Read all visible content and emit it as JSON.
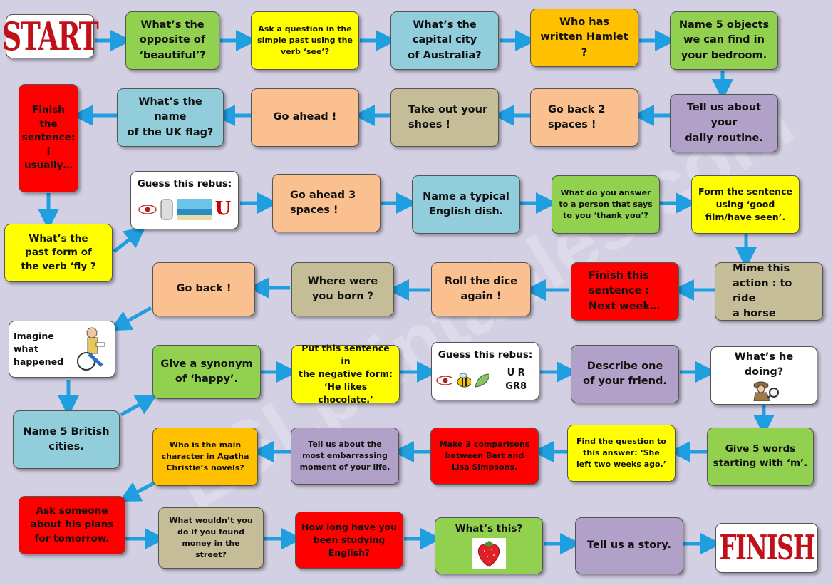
{
  "start": "START",
  "finish": "FINISH",
  "watermark": "ESLprintables.com",
  "squares": {
    "s1": "What’s the\nopposite of\n‘beautiful’?",
    "s2": "Ask a question in the\nsimple past using the\nverb ‘see’?",
    "s3": "What’s the\ncapital city\nof Australia?",
    "s4": "Who has\nwritten Hamlet\n?",
    "s5": "Name 5 objects\nwe can find in\nyour bedroom.",
    "s6": "Tell us about your\ndaily routine.",
    "s7": "Go back 2\nspaces !",
    "s8": "Take out your\nshoes !",
    "s9": "Go ahead !",
    "s10": "What’s the name\nof the UK flag?",
    "s11": "Finish the\nsentence:\nI usually…",
    "s12": "What’s the\npast form of\nthe verb ‘fly ?",
    "s13": "Guess this rebus:",
    "s13_letter": "U",
    "s14": "Go ahead 3\nspaces !",
    "s15": "Name a typical\nEnglish dish.",
    "s16": "What do you answer\nto a person that says\nto you ‘thank you’?",
    "s17": "Form the sentence\nusing ‘good\nfilm/have seen’.",
    "s18": "Mime this\naction : to ride\na horse",
    "s19": "Finish this\nsentence :\nNext week…",
    "s20": "Roll the dice\nagain !",
    "s21": "Where were\nyou born ?",
    "s22": "Go back !",
    "s23": "Imagine\nwhat\nhappened",
    "s24": "Name 5 British\ncities.",
    "s25": "Give a synonym\nof ‘happy’.",
    "s26": "Put this sentence in\nthe negative form:\n‘He likes chocolate.’",
    "s27": "Guess this rebus:",
    "s27_text": "U R GR8",
    "s28": "Describe one\nof your friend.",
    "s29": "What’s he doing?",
    "s30": "Give 5 words\nstarting with ‘m’.",
    "s31": "Find the question to\nthis answer: ‘She\nleft two weeks ago.’",
    "s32": "Make 3 comparisons\nbetween Bart and\nLisa Simpsons.",
    "s33": "Tell us about the\nmost embarrassing\nmoment of your life.",
    "s34": "Who is the main\ncharacter in Agatha\nChristie’s novels?",
    "s35": "Ask someone\nabout his plans\nfor tomorrow.",
    "s36": "What wouldn’t you\ndo if you found\nmoney in the\nstreet?",
    "s37": "How long have you\nbeen studying\nEnglish?",
    "s38": "What’s this?",
    "s39": "Tell us a story."
  },
  "colors": {
    "green": "#92d050",
    "yellow": "#ffff00",
    "blue": "#92cddc",
    "orange": "#ffc000",
    "purple": "#b1a0c7",
    "peach": "#fac090",
    "tan": "#c4bd97",
    "red": "#ff0000",
    "arrow": "#1f9fe0"
  },
  "icons": [
    "eye-icon",
    "can-icon",
    "sea-icon",
    "bee-icon",
    "leaf-icon",
    "wheelchair-man-icon",
    "detective-icon",
    "strawberry-icon"
  ]
}
